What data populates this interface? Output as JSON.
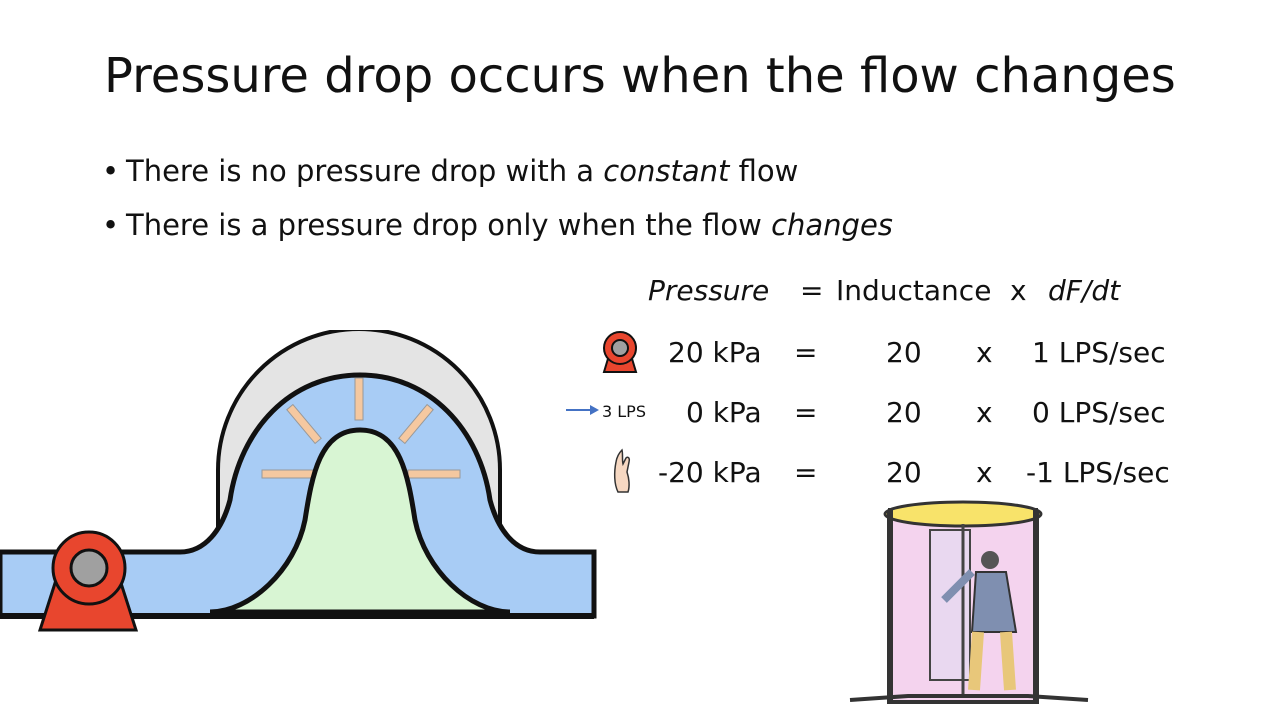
{
  "slide": {
    "title": "Pressure drop occurs when the flow changes",
    "bullets": [
      {
        "pre": "There is no pressure drop with a ",
        "em": "constant",
        "post": " flow"
      },
      {
        "pre": "There is a pressure drop only when the flow ",
        "em": "changes",
        "post": ""
      }
    ]
  },
  "equation": {
    "header": {
      "pressure": "Pressure",
      "eq": "=",
      "inductance": "Inductance",
      "x": "x",
      "rate": "dF/dt"
    },
    "rows": [
      {
        "icon": "pump-icon",
        "pressure": "20 kPa",
        "eq": "=",
        "inductance": "20",
        "x": "x",
        "rate": "1 LPS/sec"
      },
      {
        "icon": "arrow-icon",
        "flow_label": "3 LPS",
        "pressure": "0 kPa",
        "eq": "=",
        "inductance": "20",
        "x": "x",
        "rate": "0 LPS/sec"
      },
      {
        "icon": "hand-icon",
        "pressure": "-20 kPa",
        "eq": "=",
        "inductance": "20",
        "x": "x",
        "rate": "-1 LPS/sec"
      }
    ]
  },
  "colors": {
    "water": "#a8ccf5",
    "pump": "#e8462e",
    "paddle": "#f5c8a0",
    "housing": "#e0e0e0",
    "mound": "#d8f5d3",
    "arrow": "#4472c4"
  }
}
